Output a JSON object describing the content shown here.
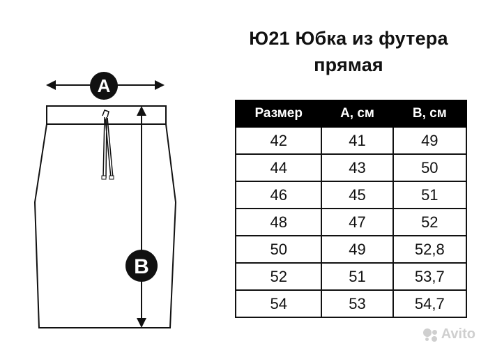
{
  "title": {
    "line1": "Ю21 Юбка из футера",
    "line2": "прямая"
  },
  "diagram": {
    "label_a": "A",
    "label_b": "B"
  },
  "table": {
    "headers": [
      "Размер",
      "А, см",
      "В, см"
    ],
    "rows": [
      [
        "42",
        "41",
        "49"
      ],
      [
        "44",
        "43",
        "50"
      ],
      [
        "46",
        "45",
        "51"
      ],
      [
        "48",
        "47",
        "52"
      ],
      [
        "50",
        "49",
        "52,8"
      ],
      [
        "52",
        "51",
        "53,7"
      ],
      [
        "54",
        "53",
        "54,7"
      ]
    ]
  },
  "watermark": "Avito"
}
